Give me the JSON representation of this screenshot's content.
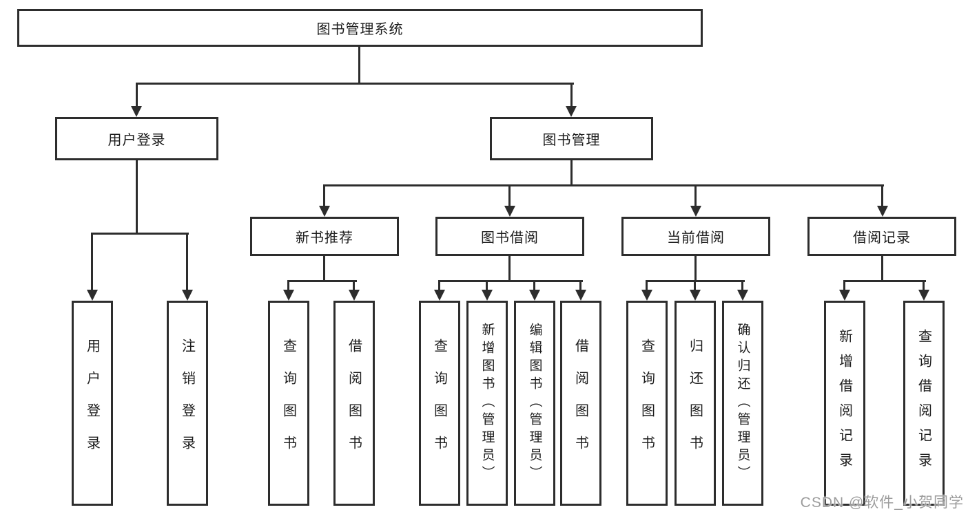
{
  "tree": {
    "label": "图书管理系统",
    "children": [
      {
        "label": "用户登录",
        "children": [
          {
            "label": "用户登录"
          },
          {
            "label": "注销登录"
          }
        ]
      },
      {
        "label": "图书管理",
        "children": [
          {
            "label": "新书推荐",
            "children": [
              {
                "label": "查询图书"
              },
              {
                "label": "借阅图书"
              }
            ]
          },
          {
            "label": "图书借阅",
            "children": [
              {
                "label": "查询图书"
              },
              {
                "label": "新增图书（管理员）"
              },
              {
                "label": "编辑图书（管理员）"
              },
              {
                "label": "借阅图书"
              }
            ]
          },
          {
            "label": "当前借阅",
            "children": [
              {
                "label": "查询图书"
              },
              {
                "label": "归还图书"
              },
              {
                "label": "确认归还（管理员）"
              }
            ]
          },
          {
            "label": "借阅记录",
            "children": [
              {
                "label": "新增借阅记录"
              },
              {
                "label": "查询借阅记录"
              }
            ]
          }
        ]
      }
    ]
  },
  "watermark": {
    "text": "CSDN @软件_小贺同学"
  },
  "colors": {
    "line": "#2d2d2d",
    "box_border": "#2d2d2d",
    "box_fill": "#ffffff",
    "text": "#1c1c1c",
    "watermark": "#9c9c9c",
    "background": "#ffffff"
  }
}
